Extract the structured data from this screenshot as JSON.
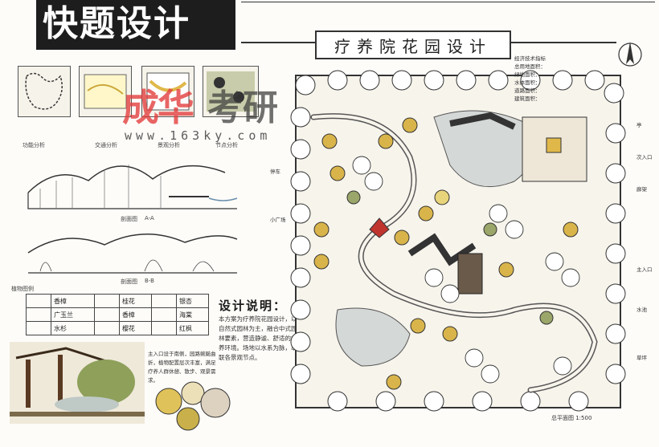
{
  "sheet": {
    "logo_text": "快题设计",
    "title": "疗养院花园设计"
  },
  "watermark": {
    "brand": "成华",
    "name": "考研",
    "url": "www.163ky.com"
  },
  "thumbnails": [
    {
      "label": "功能分析"
    },
    {
      "label": "交通分析"
    },
    {
      "label": "景观分析"
    },
    {
      "label": "节点分析"
    }
  ],
  "sections": {
    "top_label": "剖面图",
    "top_scale": "A-A",
    "bottom_label": "剖面图",
    "bottom_scale": "B-B"
  },
  "legend": {
    "header": "植物图例",
    "rows": [
      [
        "香樟",
        "桂花",
        "银杏"
      ],
      [
        "广玉兰",
        "香樟",
        "海棠"
      ],
      [
        "水杉",
        "樱花",
        "红枫"
      ]
    ]
  },
  "notes": {
    "title": "设计说明：",
    "body": "本方案为疗养院花园设计，以自然式园林为主，融合中式园林要素，营造静谧、舒适的疗养环境。场地以水系为脉，串联各景观节点。",
    "lower": "主入口设于南侧，园路蜿蜒曲折，植物配置层次丰富，满足疗养人群休憩、散步、观景需求。"
  },
  "data_box": {
    "heading": "经济技术指标",
    "lines": [
      "总用地面积：",
      "绿地面积：",
      "水体面积：",
      "道路面积：",
      "建筑面积："
    ]
  },
  "plan": {
    "caption": "总平面图 1:500",
    "callouts": [
      "主入口",
      "次入口",
      "亭",
      "廊架",
      "水池",
      "草坪",
      "停车",
      "小广场"
    ]
  },
  "colors": {
    "ink": "#222222",
    "tree_yellow": "#d8b44a",
    "tree_green": "#9aa66a",
    "water": "#cfd3d2",
    "watermark_red": "#e23b3b"
  }
}
